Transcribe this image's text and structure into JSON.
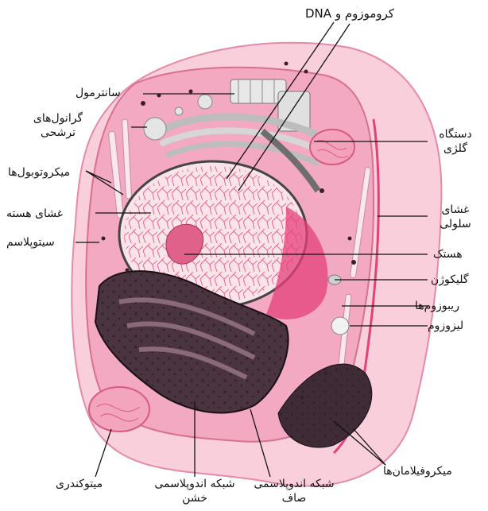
{
  "labels": {
    "chromosome_dna": "کروموزوم و DNA",
    "centriole": "سانترمول",
    "secretory_granules": "گرانول‌های ترشحی",
    "microtubules": "میکروتوبول‌ها",
    "nuclear_envelope": "غشای هسته",
    "cytoplasm": "سیتوپلاسم",
    "golgi": "دستگاه گلژی",
    "cell_membrane": "غشای سلولی",
    "nucleolus": "هستک",
    "glycogen": "گلیکوژن",
    "ribosomes": "ریبوزوم‌ها",
    "lysosome": "لیزوزوم",
    "microfilaments": "میکروفیلامان‌ها",
    "mitochondria": "میتوکندری",
    "rough_er": "شبکه اندوپلاسمی خشن",
    "smooth_er": "شبکه اندوپلاسمی صاف"
  },
  "colors": {
    "cell_outer": "#f7c6d4",
    "cytoplasm": "#f5b3c8",
    "nucleus": "#fbe3ea",
    "chromatin": "#d9406e",
    "rough_er": "#4a3440",
    "golgi": "#d9d9d9",
    "accent_pink": "#e6407a"
  }
}
